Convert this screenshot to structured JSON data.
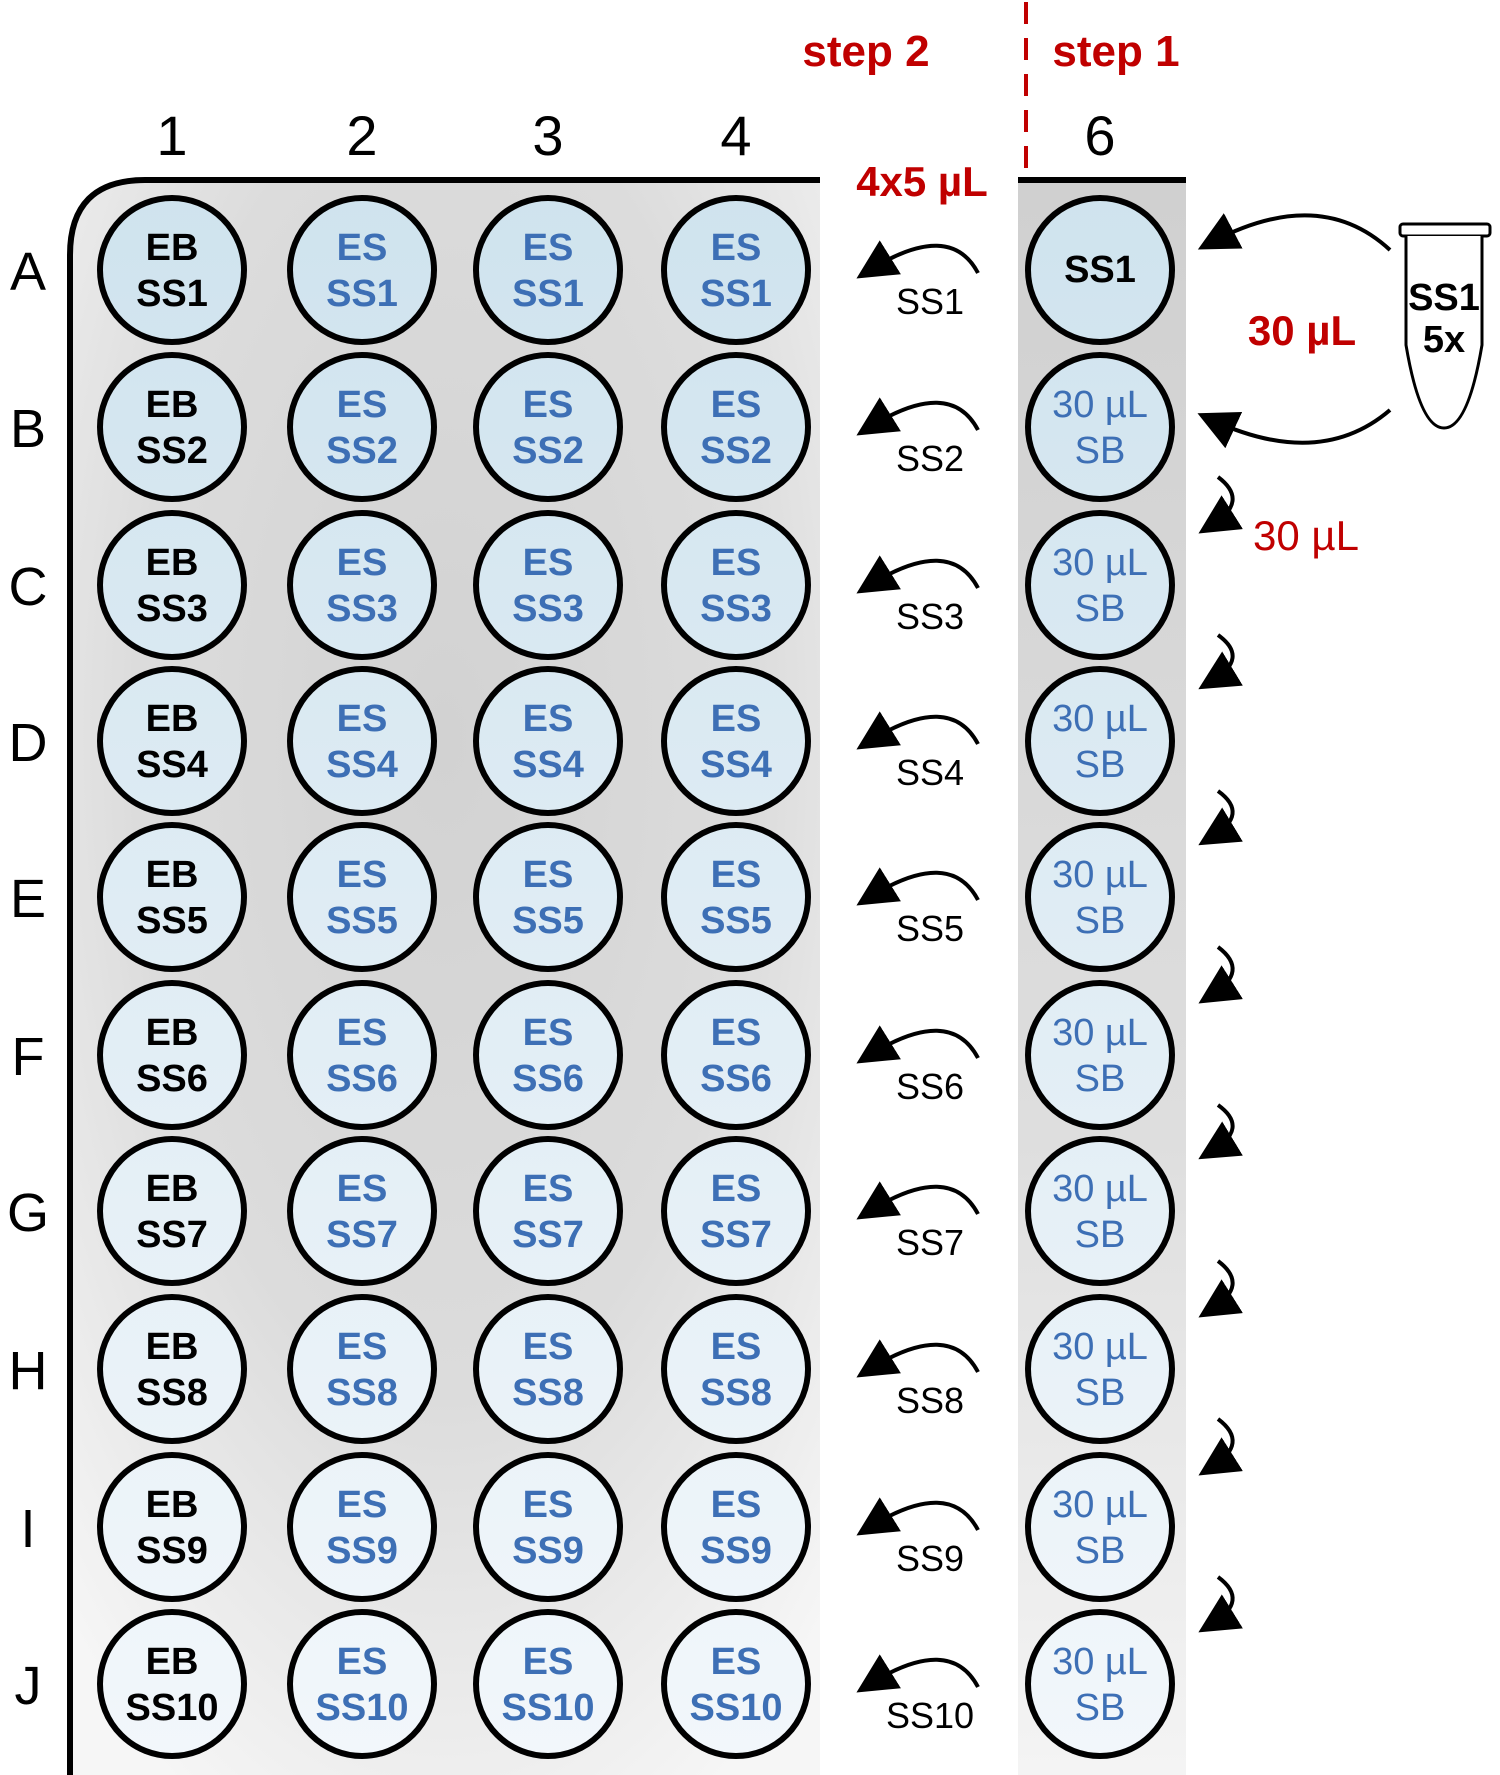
{
  "steps": {
    "step2": "step 2",
    "step1": "step 1"
  },
  "columns": [
    "1",
    "2",
    "3",
    "4"
  ],
  "dilution_column": "6",
  "rows": [
    "A",
    "B",
    "C",
    "D",
    "E",
    "F",
    "G",
    "H",
    "I",
    "J"
  ],
  "volumes": {
    "transfer_step2": "4x5 µL",
    "transfer_from_tube": "30 µL",
    "serial_transfer": "30 µL"
  },
  "tube": {
    "line1": "SS1",
    "line2": "5x"
  },
  "wells_col1": [
    [
      "EB",
      "SS1"
    ],
    [
      "EB",
      "SS2"
    ],
    [
      "EB",
      "SS3"
    ],
    [
      "EB",
      "SS4"
    ],
    [
      "EB",
      "SS5"
    ],
    [
      "EB",
      "SS6"
    ],
    [
      "EB",
      "SS7"
    ],
    [
      "EB",
      "SS8"
    ],
    [
      "EB",
      "SS9"
    ],
    [
      "EB",
      "SS10"
    ]
  ],
  "wells_col2to4": [
    [
      "ES",
      "SS1"
    ],
    [
      "ES",
      "SS2"
    ],
    [
      "ES",
      "SS3"
    ],
    [
      "ES",
      "SS4"
    ],
    [
      "ES",
      "SS5"
    ],
    [
      "ES",
      "SS6"
    ],
    [
      "ES",
      "SS7"
    ],
    [
      "ES",
      "SS8"
    ],
    [
      "ES",
      "SS9"
    ],
    [
      "ES",
      "SS10"
    ]
  ],
  "wells_col6": [
    [
      "SS1"
    ],
    [
      "30 µL",
      "SB"
    ],
    [
      "30 µL",
      "SB"
    ],
    [
      "30 µL",
      "SB"
    ],
    [
      "30 µL",
      "SB"
    ],
    [
      "30 µL",
      "SB"
    ],
    [
      "30 µL",
      "SB"
    ],
    [
      "30 µL",
      "SB"
    ],
    [
      "30 µL",
      "SB"
    ],
    [
      "30 µL",
      "SB"
    ]
  ],
  "transfer_labels": [
    "SS1",
    "SS2",
    "SS3",
    "SS4",
    "SS5",
    "SS6",
    "SS7",
    "SS8",
    "SS9",
    "SS10"
  ],
  "colors": {
    "accent_red": "#c00000",
    "es_text_blue": "#3d6fb5",
    "well_fill_top": "#cfe3ee",
    "well_fill_bottom": "#f2f7fb",
    "plate_shade": "#d4d4d4"
  }
}
